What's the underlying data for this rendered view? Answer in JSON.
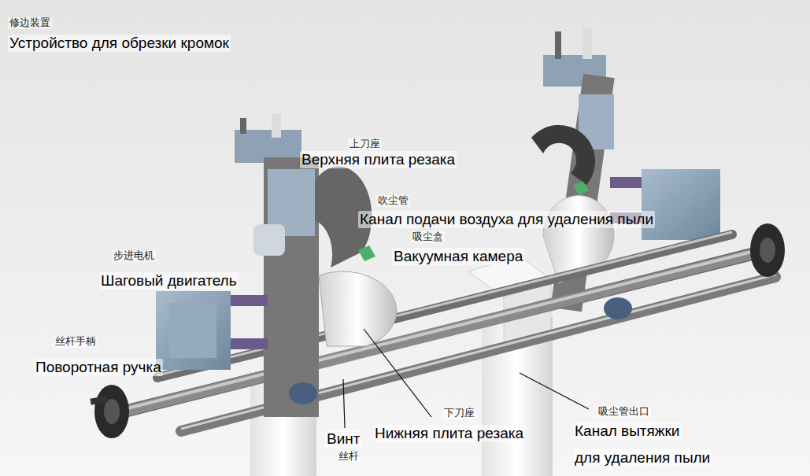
{
  "diagram": {
    "labels": [
      "修边装置",
      "Устройство для обрезки кромок",
      "上刀座",
      "Верхняя плита резака",
      "吹尘管",
      "Канал подачи воздуха для удаления пыли",
      "吸尘盒",
      "Вакуумная камера",
      "步进电机",
      "Шаговый двигатель",
      "丝杆手柄",
      "Поворотная ручка",
      "下刀座",
      "Нижняя плита резака",
      "吸尘管出口",
      "Канал вытяжки",
      "для удаления пыли",
      "Винт",
      "丝杆"
    ]
  }
}
